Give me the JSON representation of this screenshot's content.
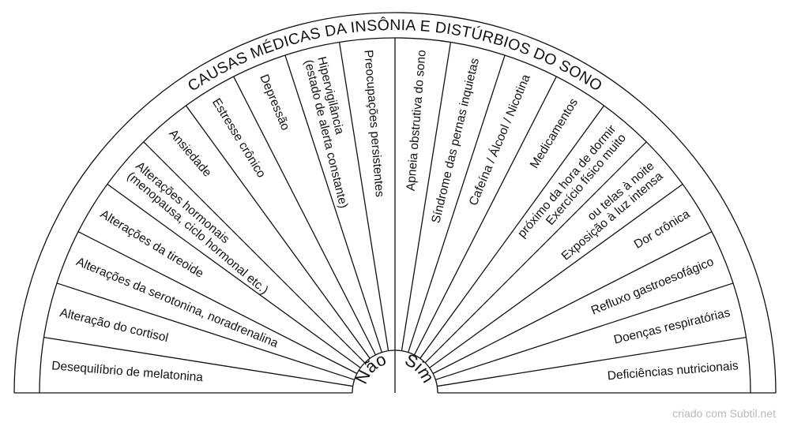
{
  "title": "CAUSAS MÉDICAS DA INSÔNIA E DISTÚRBIOS DO SONO",
  "hub": {
    "no_label": "Não",
    "yes_label": "Sim"
  },
  "segments": [
    [
      "Desequilíbrio de melatonina"
    ],
    [
      "Alteração do cortisol"
    ],
    [
      "Alterações da serotonina, noradrenalina"
    ],
    [
      "Alterações da tireoide"
    ],
    [
      "Alterações hormonais",
      "(menopausa, ciclo hormonal etc.)"
    ],
    [
      "Ansiedade"
    ],
    [
      "Estresse crônico"
    ],
    [
      "Depressão"
    ],
    [
      "Hipervigilância",
      "(estado de alerta constante)"
    ],
    [
      "Preocupações persistentes"
    ],
    [
      "Apneia obstrutiva do sono"
    ],
    [
      "Síndrome das pernas inquietas"
    ],
    [
      "Cafeína / Álcool / Nicotina"
    ],
    [
      "Medicamentos"
    ],
    [
      "Exercício físico muito",
      "próximo da hora de dormir"
    ],
    [
      "Exposição à luz intensa",
      "ou telas à noite"
    ],
    [
      "Dor crônica"
    ],
    [
      "Refluxo gastroesofágico"
    ],
    [
      "Doenças respiratórias"
    ],
    [
      "Deficiências nutricionais"
    ]
  ],
  "credit": "criado com Subtil.net"
}
